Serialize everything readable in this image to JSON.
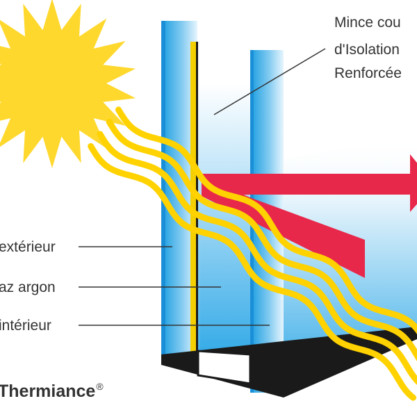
{
  "callouts": {
    "top_lines": [
      "Mince cou",
      "d'Isolation",
      "Renforcée"
    ],
    "exterieur": "extérieur",
    "argon": "az argon",
    "interieur": "intérieur"
  },
  "brand": {
    "name": "Thermiance",
    "mark": "®"
  },
  "colors": {
    "sun": "#FFD82E",
    "glass": "#1FA8E0",
    "coating": "#F5D000",
    "heat_arrow": "#E8284A",
    "waves": "#FFD200",
    "frame": "#1A1A1A"
  },
  "icons": [
    "sun-icon",
    "heat-arrow-icon",
    "radiation-waves-icon"
  ]
}
